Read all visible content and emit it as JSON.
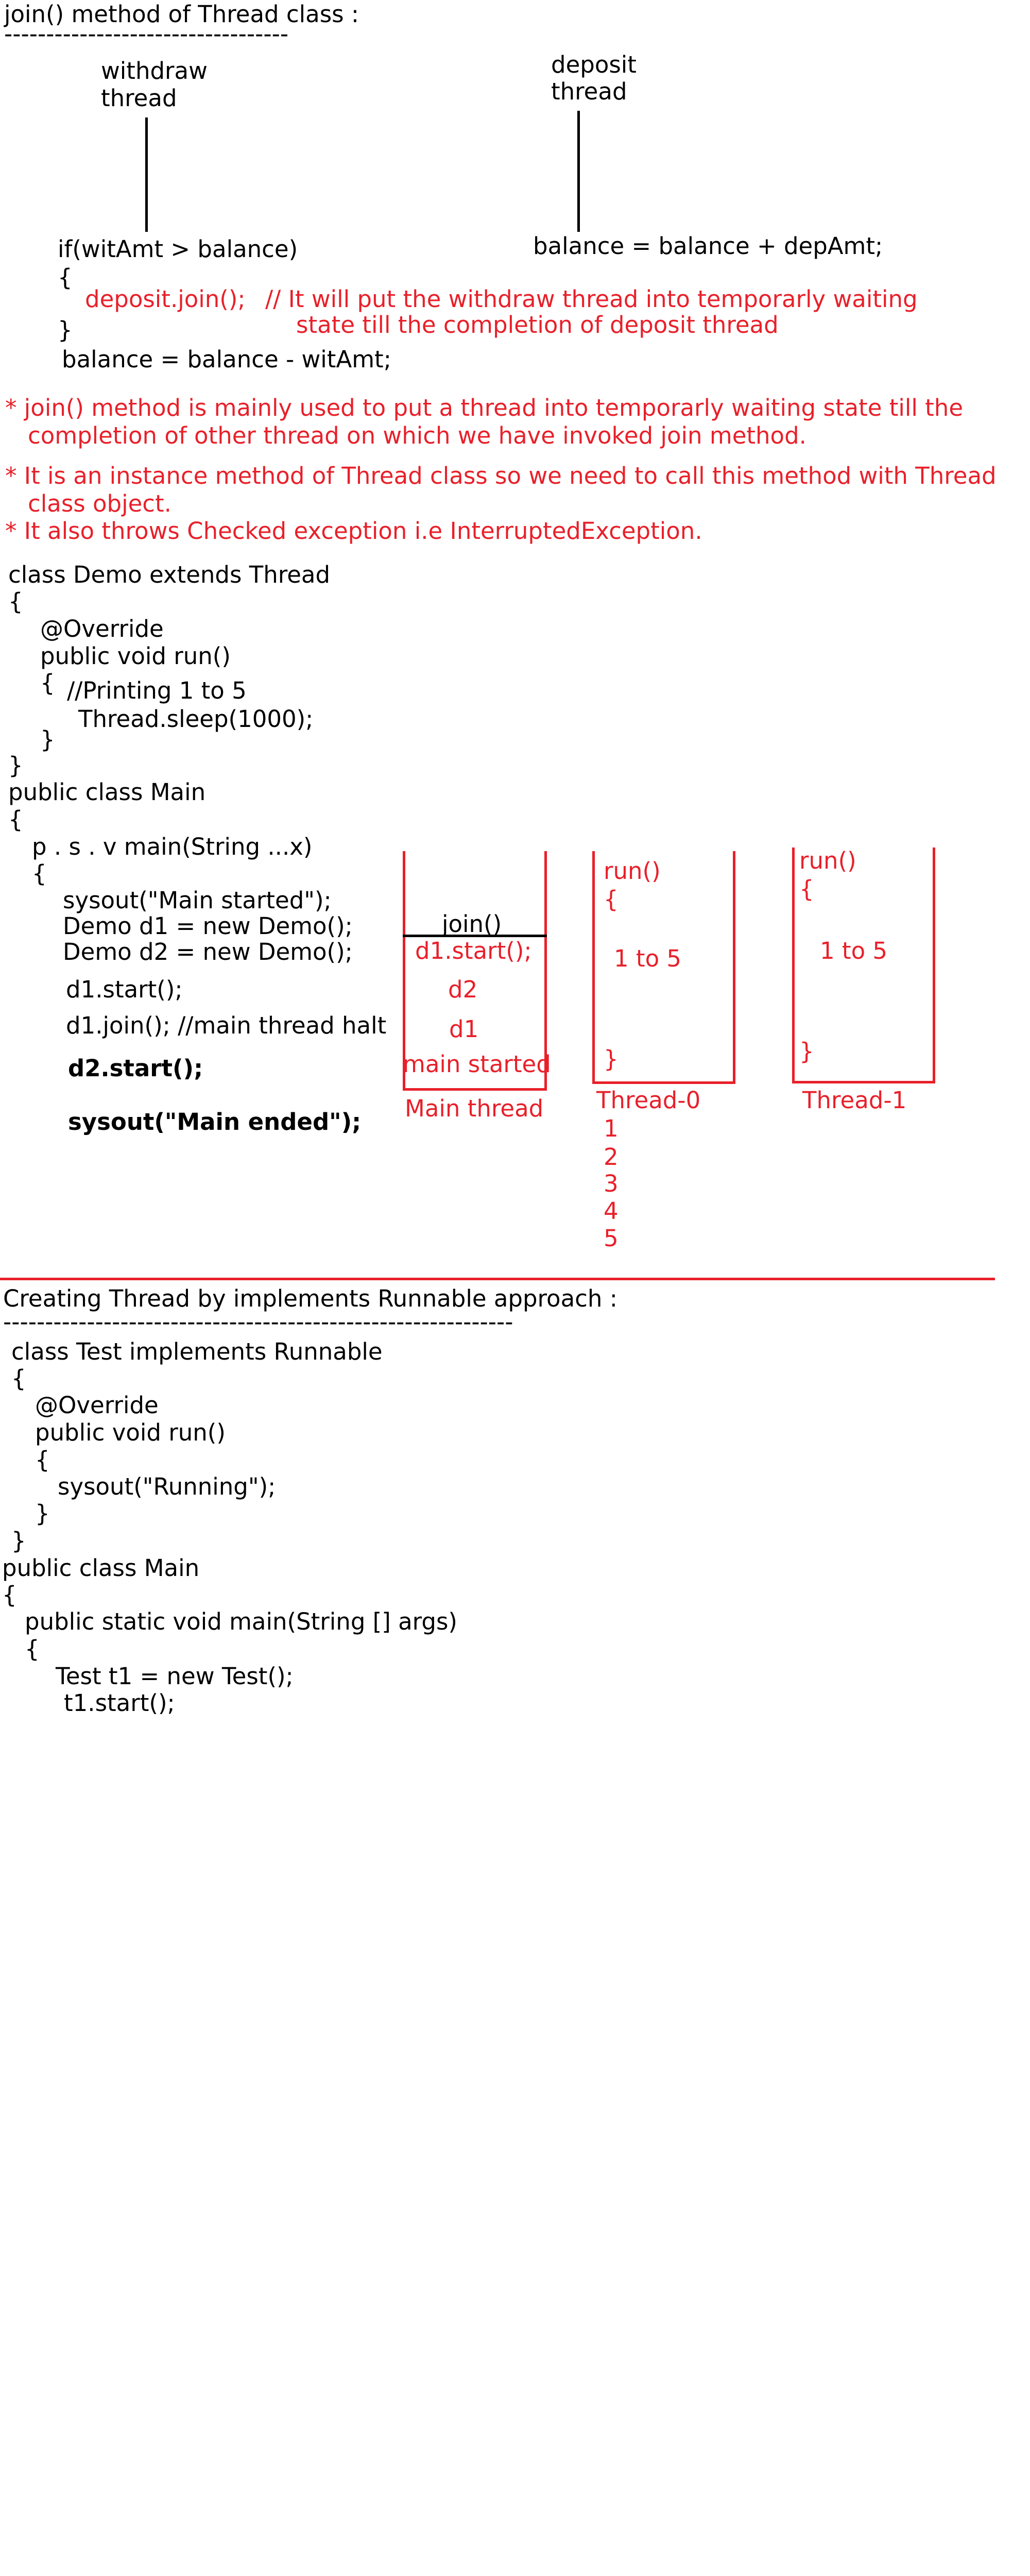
{
  "join_section": {
    "heading": "join() method of Thread class :",
    "underline": "----------------------------------",
    "withdraw_label_1": "withdraw",
    "withdraw_label_2": "thread",
    "deposit_label_1": "deposit",
    "deposit_label_2": "thread",
    "if_line": "if(witAmt > balance)",
    "open_brace": "{",
    "join_call": "deposit.join();",
    "join_comment_1": "// It will put the withdraw thread into temporarly waiting",
    "join_comment_2": "state till the completion of deposit thread",
    "close_brace": "}",
    "withdraw_stmt": "balance = balance - witAmt;",
    "deposit_stmt": "balance = balance + depAmt;"
  },
  "notes": [
    "* join() method is mainly used to put a thread into temporarly waiting state till the",
    "completion of other thread on which we have invoked join method.",
    "* It is an instance method of Thread class so we need to call this method with Thread",
    "class object.",
    "* It also throws Checked exception i.e InterruptedException."
  ],
  "demo_code": [
    "class Demo extends Thread",
    "{",
    "@Override",
    "public void run()",
    "{",
    "//Printing 1 to 5",
    "Thread.sleep(1000);",
    "}",
    "}",
    "public class Main",
    "{",
    "p . s . v main(String ...x)",
    "{",
    "sysout(\"Main started\");",
    "Demo d1 = new Demo();",
    "Demo d2 = new Demo();",
    "d1.start();",
    "d1.join(); //main thread halt",
    "d2.start();",
    "sysout(\"Main ended\");"
  ],
  "diagram": {
    "main_stack": {
      "join_label": "join()",
      "items": [
        "d1.start();",
        "d2",
        "d1",
        "main started"
      ],
      "caption": "Main thread"
    },
    "thread0": {
      "run": "run()",
      "open": "{",
      "body": "1 to 5",
      "close": "}",
      "caption": "Thread-0",
      "outputs": [
        "1",
        "2",
        "3",
        "4",
        "5"
      ]
    },
    "thread1": {
      "run": "run()",
      "open": "{",
      "body": "1 to 5",
      "close": "}",
      "caption": "Thread-1"
    }
  },
  "runnable_section": {
    "heading": "Creating Thread by implements Runnable approach :",
    "underline": "-------------------------------------------------------------",
    "code": [
      "class Test implements Runnable",
      "{",
      "@Override",
      "public void run()",
      "{",
      "sysout(\"Running\");",
      "}",
      "}",
      "public class Main",
      "{",
      "public static void main(String [] args)",
      "{",
      "Test t1 = new Test();",
      "t1.start();"
    ]
  },
  "colors": {
    "ink": "#000000",
    "annotation": "#e8202a",
    "background": "#ffffff"
  }
}
